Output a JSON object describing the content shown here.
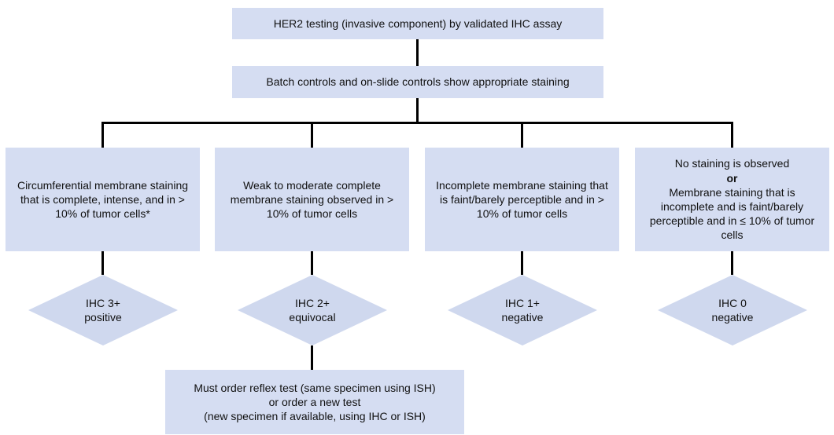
{
  "flowchart": {
    "title_box": "HER2 testing (invasive component) by validated IHC assay",
    "controls_box": "Batch controls and on-slide controls show appropriate staining",
    "branches": [
      {
        "criteria": "Circumferential membrane staining that is complete, intense, and in > 10% of tumor cells*",
        "result_line1": "IHC 3+",
        "result_line2": "positive"
      },
      {
        "criteria": "Weak to moderate complete membrane staining observed in > 10% of tumor cells",
        "result_line1": "IHC 2+",
        "result_line2": "equivocal"
      },
      {
        "criteria": "Incomplete membrane staining that is faint/barely perceptible and in > 10% of tumor cells",
        "result_line1": "IHC 1+",
        "result_line2": "negative"
      },
      {
        "criteria_line1": "No staining is observed",
        "criteria_or": "or",
        "criteria_line2": "Membrane staining that is incomplete and is faint/barely perceptible and in ≤ 10% of tumor cells",
        "result_line1": "IHC 0",
        "result_line2": "negative"
      }
    ],
    "followup_box": {
      "line1": "Must order reflex test (same specimen using ISH)",
      "line2": "or order a new test",
      "line3": "(new specimen if available, using IHC or ISH)"
    },
    "colors": {
      "box_fill": "#d5ddf2",
      "diamond_fill": "#cfd8ee",
      "connector": "#000000",
      "text": "#111111",
      "background": "#ffffff"
    }
  }
}
